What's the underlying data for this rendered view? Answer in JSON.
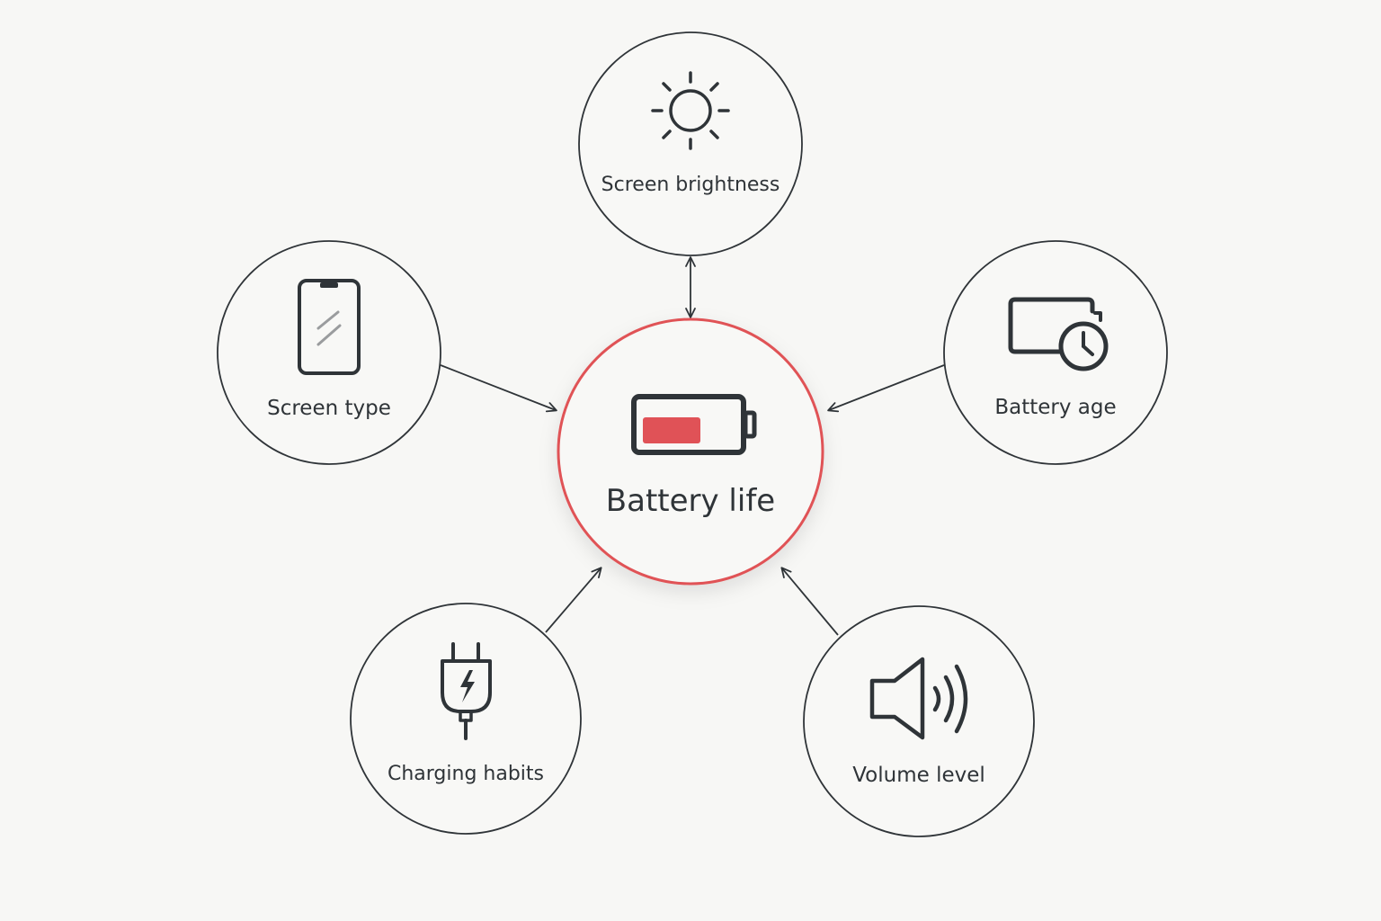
{
  "diagram": {
    "center": {
      "label": "Battery life",
      "icon": "battery-low-icon",
      "accent_color": "#e05257"
    },
    "factors": [
      {
        "key": "screen-brightness",
        "label": "Screen brightness",
        "icon": "sun-icon",
        "arrow": "bidirectional"
      },
      {
        "key": "screen-type",
        "label": "Screen type",
        "icon": "phone-icon",
        "arrow": "to-center"
      },
      {
        "key": "battery-age",
        "label": "Battery age",
        "icon": "battery-clock-icon",
        "arrow": "to-center"
      },
      {
        "key": "charging-habits",
        "label": "Charging habits",
        "icon": "plug-icon",
        "arrow": "to-center"
      },
      {
        "key": "volume-level",
        "label": "Volume level",
        "icon": "speaker-icon",
        "arrow": "to-center"
      }
    ],
    "colors": {
      "background": "#f7f7f5",
      "stroke": "#2f3438",
      "node_fill": "#f8f8f6",
      "accent": "#e05257"
    }
  }
}
